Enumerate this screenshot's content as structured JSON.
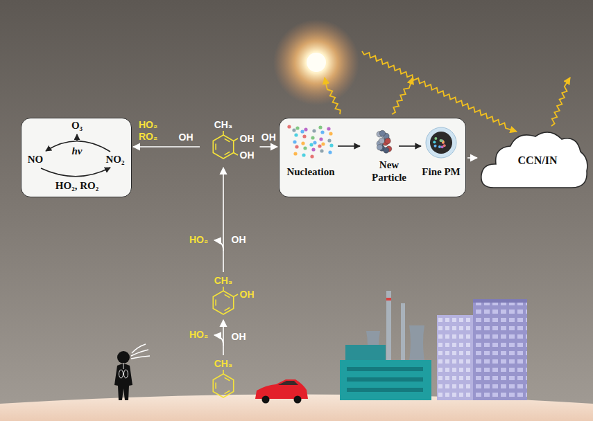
{
  "diagram": {
    "nodes": [
      {
        "text": [
          "O₃",
          "hν",
          "NO",
          "NO₂",
          "HO₂, RO₂"
        ]
      },
      {
        "text": [
          "CH₃",
          "OH",
          "OH"
        ]
      },
      {
        "text": [
          "CH₃",
          "OH"
        ]
      },
      {
        "text": [
          "CH₃"
        ]
      },
      {
        "text": [
          "Nucleation",
          "New Particle",
          "Fine PM"
        ]
      },
      {
        "text": [
          "CCN/IN"
        ]
      }
    ],
    "edges": [
      {
        "from": 1,
        "to": 0,
        "label": "OH",
        "arrow": "to"
      },
      {
        "from": 1,
        "to": 4,
        "label": "OH",
        "arrow": "to"
      },
      {
        "from": 4,
        "to": 5,
        "arrow": "to"
      },
      {
        "from": 3,
        "to": 2,
        "label": "OH",
        "arrow": "to"
      },
      {
        "from": 2,
        "to": 1,
        "label": "OH",
        "arrow": "to"
      }
    ],
    "labels": [
      "HO₂ RO₂",
      "HO₂",
      "HO₂"
    ]
  }
}
